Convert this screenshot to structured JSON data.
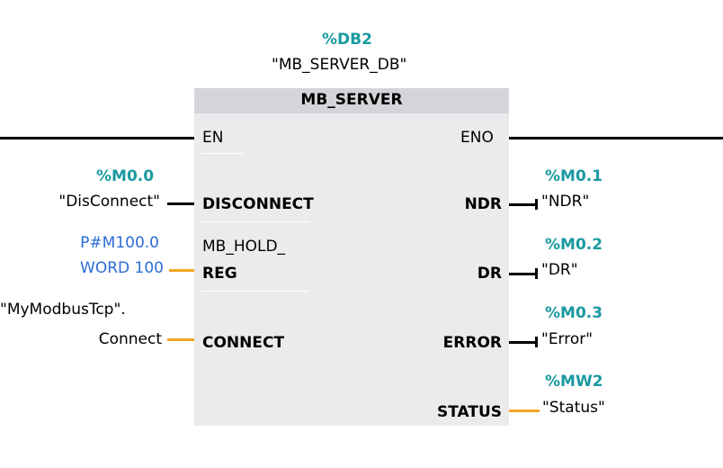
{
  "instance": {
    "address": "%DB2",
    "name": "\"MB_SERVER_DB\""
  },
  "block": {
    "title": "MB_SERVER"
  },
  "inputs": {
    "en": {
      "pin": "EN"
    },
    "disconnect": {
      "pin": "DISCONNECT",
      "address": "%M0.0",
      "tag": "\"DisConnect\""
    },
    "mb_hold_reg": {
      "pin_line1": "MB_HOLD_",
      "pin_line2": "REG",
      "pointer_line1": "P#M100.0",
      "pointer_line2": "WORD 100"
    },
    "connect": {
      "pin": "CONNECT",
      "tag_line1": "\"MyModbusTcp\".",
      "tag_line2": "Connect"
    }
  },
  "outputs": {
    "eno": {
      "pin": "ENO"
    },
    "ndr": {
      "pin": "NDR",
      "address": "%M0.1",
      "tag": "\"NDR\""
    },
    "dr": {
      "pin": "DR",
      "address": "%M0.2",
      "tag": "\"DR\""
    },
    "error": {
      "pin": "ERROR",
      "address": "%M0.3",
      "tag": "\"Error\""
    },
    "status": {
      "pin": "STATUS",
      "address": "%MW2",
      "tag": "\"Status\""
    }
  },
  "colors": {
    "address": "#1a9aa0",
    "pointer": "#2b6cd6",
    "wire_bool": "#000000",
    "wire_other": "#f4a423",
    "block_body": "#ebebee",
    "block_header": "#d4d4d9"
  }
}
